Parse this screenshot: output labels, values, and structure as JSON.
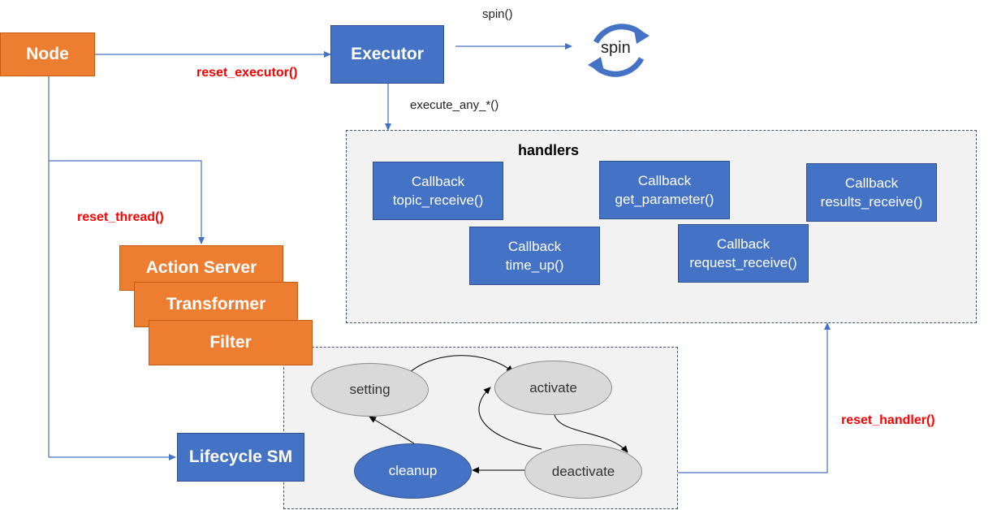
{
  "nodes": {
    "node": "Node",
    "executor": "Executor",
    "spin_icon_label": "spin",
    "action_server": "Action Server",
    "transformer": "Transformer",
    "filter": "Filter",
    "lifecycle_sm": "Lifecycle SM"
  },
  "edges": {
    "reset_executor": "reset_executor()",
    "spin": "spin()",
    "execute_any": "execute_any_*()",
    "reset_thread": "reset_thread()",
    "reset_handler": "reset_handler()"
  },
  "handlers": {
    "title": "handlers",
    "callbacks": [
      {
        "title": "Callback",
        "name": "topic_receive()"
      },
      {
        "title": "Callback",
        "name": "get_parameter()"
      },
      {
        "title": "Callback",
        "name": "results_receive()"
      },
      {
        "title": "Callback",
        "name": "time_up()"
      },
      {
        "title": "Callback",
        "name": "request_receive()"
      }
    ]
  },
  "states": {
    "setting": "setting",
    "activate": "activate",
    "cleanup": "cleanup",
    "deactivate": "deactivate"
  },
  "colors": {
    "orange": "#ED7D31",
    "blue": "#4472C4",
    "red_label": "#FF0000",
    "panel_bg": "#F2F2F2",
    "state_grey": "#D9D9D9"
  }
}
